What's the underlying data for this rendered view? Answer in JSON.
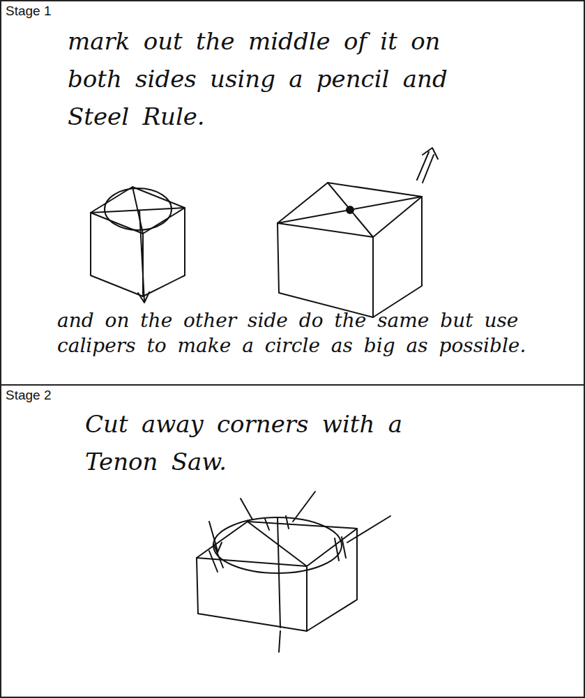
{
  "diagram": {
    "nodes": [
      {
        "text": [
          "Stage 1",
          "mark out the middle of it on both sides using a pencil and Steel Rule.",
          "and on the other side do the same but use calipers to make a circle as big as possible."
        ]
      },
      {
        "text": [
          "Stage 2",
          "Cut away corners with a Tenon Saw."
        ]
      }
    ]
  }
}
